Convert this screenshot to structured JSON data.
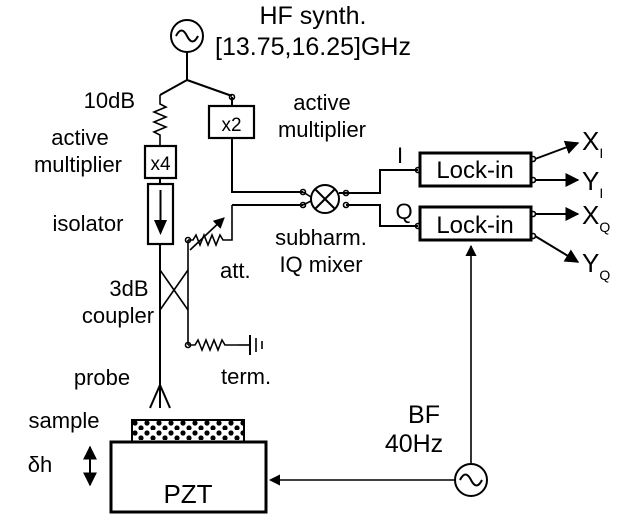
{
  "hf_source": {
    "line1": "HF synth.",
    "line2": "[13.75,16.25]GHz"
  },
  "left_chain": {
    "attenuator": "10dB",
    "multiplier_label_1": "active",
    "multiplier_label_2": "multiplier",
    "multiplier_factor": "x4",
    "isolator": "isolator",
    "coupler_1": "3dB",
    "coupler_2": "coupler",
    "attenuator_var": "att.",
    "termination": "term.",
    "probe": "probe",
    "sample": "sample"
  },
  "right_chain": {
    "multiplier_factor": "x2",
    "multiplier_label_1": "active",
    "multiplier_label_2": "multiplier",
    "mixer_1": "subharm.",
    "mixer_2": "IQ mixer",
    "i_label": "I",
    "q_label": "Q"
  },
  "lockins": [
    {
      "label": "Lock-in",
      "out1": "X",
      "out1_sub": "I",
      "out2": "Y",
      "out2_sub": "I"
    },
    {
      "label": "Lock-in",
      "out1": "X",
      "out1_sub": "Q",
      "out2": "Y",
      "out2_sub": "Q"
    }
  ],
  "bf_source": {
    "line1": "BF",
    "line2": "40Hz"
  },
  "stage": {
    "pzt": "PZT",
    "displacement": "δh"
  },
  "colors": {
    "ink": "#000000",
    "background": "#ffffff"
  }
}
